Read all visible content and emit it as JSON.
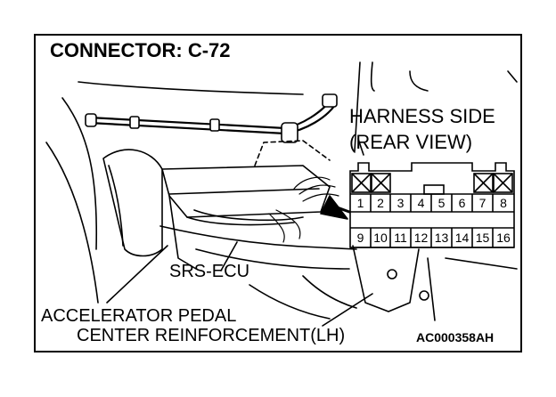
{
  "title": "CONNECTOR: C-72",
  "harness_side": {
    "line1": "HARNESS SIDE",
    "line2": "(REAR VIEW)"
  },
  "labels": {
    "srs_ecu": "SRS-ECU",
    "accelerator_line1": "ACCELERATOR PEDAL",
    "accelerator_line2": "CENTER REINFORCEMENT(LH)",
    "figure_code": "AC000358AH"
  },
  "connector": {
    "top_row": [
      "1",
      "2",
      "3",
      "4",
      "5",
      "6",
      "7",
      "8"
    ],
    "bottom_row": [
      "9",
      "10",
      "11",
      "12",
      "13",
      "14",
      "15",
      "16"
    ],
    "blank_cavities": [
      "1",
      "2",
      "7",
      "8"
    ]
  }
}
